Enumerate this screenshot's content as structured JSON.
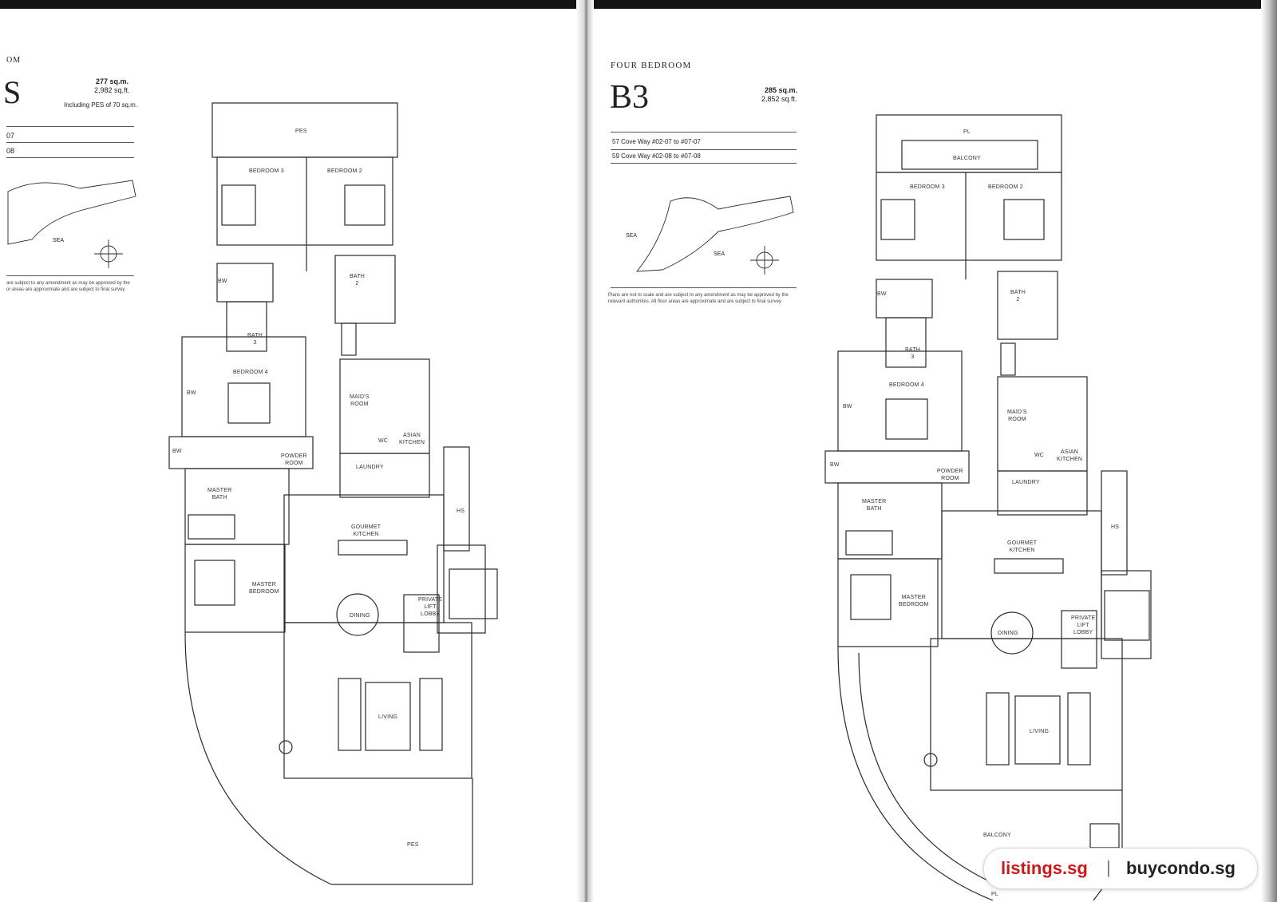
{
  "left_page": {
    "heading_fragment": "OM",
    "type_letter_fragment": "S",
    "area_sqm": "277 sq.m.",
    "area_sqft": "2,982 sq.ft.",
    "area_note": "Including PES of 70 sq.m.",
    "unit_row_1": "07",
    "unit_row_2": "08",
    "keyplan_sea": "SEA",
    "disclaimer_line_1": "are subject to any amendment as may be approved by the",
    "disclaimer_line_2": "or areas are approximate and are subject to final survey",
    "rooms": {
      "pes_top": "PES",
      "bedroom3": "BEDROOM 3",
      "bedroom2": "BEDROOM 2",
      "bw": "BW",
      "bath2": "BATH\n2",
      "bath3": "BATH\n3",
      "bedroom4": "BEDROOM 4",
      "maids_room": "MAID'S\nROOM",
      "wc": "WC",
      "asian_kitchen": "ASIAN\nKITCHEN",
      "powder_room": "POWDER\nROOM",
      "laundry": "LAUNDRY",
      "master_bath": "MASTER\nBATH",
      "hs": "HS",
      "gourmet_kitchen": "GOURMET\nKITCHEN",
      "master_bedroom": "MASTER\nBEDROOM",
      "dining": "DINING",
      "private_lift_lobby": "PRIVATE\nLIFT\nLOBBY",
      "living": "LIVING",
      "pes_bottom": "PES"
    }
  },
  "right_page": {
    "category": "FOUR BEDROOM",
    "type_code": "B3",
    "area_sqm": "285 sq.m.",
    "area_sqft": "2,852 sq.ft.",
    "unit_row_1": "57 Cove Way #02-07 to #07-07",
    "unit_row_2": "59 Cove Way #02-08 to #07-08",
    "keyplan_sea_1": "SEA",
    "keyplan_sea_2": "SEA",
    "disclaimer_line_1": "Plans are not to scale and are subject to any amendment as may be approved by the",
    "disclaimer_line_2": "relevant authorities. All floor areas are approximate and are subject to final survey",
    "rooms": {
      "pl_top": "PL",
      "balcony_top": "BALCONY",
      "bedroom3": "BEDROOM 3",
      "bedroom2": "BEDROOM 2",
      "bw": "BW",
      "bath2": "BATH\n2",
      "bath3": "BATH\n3",
      "bedroom4": "BEDROOM 4",
      "maids_room": "MAID'S\nROOM",
      "wc": "WC",
      "asian_kitchen": "ASIAN\nKITCHEN",
      "powder_room": "POWDER\nROOM",
      "laundry": "LAUNDRY",
      "master_bath": "MASTER\nBATH",
      "hs": "HS",
      "gourmet_kitchen": "GOURMET\nKITCHEN",
      "master_bedroom": "MASTER\nBEDROOM",
      "dining": "DINING",
      "private_lift_lobby": "PRIVATE\nLIFT\nLOBBY",
      "living": "LIVING",
      "balcony_bottom": "BALCONY",
      "pl_bottom": "PL"
    }
  },
  "watermark": {
    "site_a": "listings.sg",
    "separator": "|",
    "site_b": "buycondo.sg"
  }
}
